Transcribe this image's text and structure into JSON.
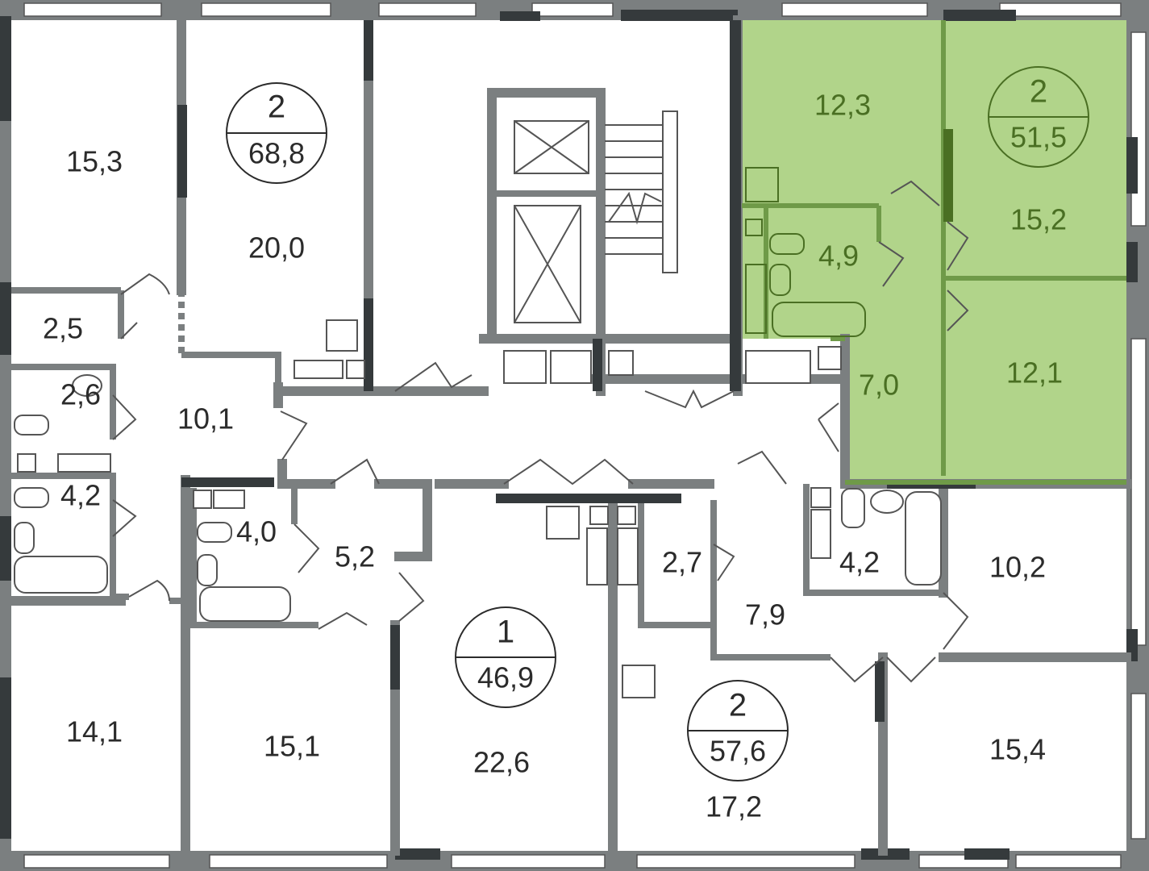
{
  "colors": {
    "selected_fill": "#b1d48a",
    "selected_text": "#4a6f23",
    "wall": "#7b7f80",
    "wall_dark": "#353a3c"
  },
  "apartments": [
    {
      "rooms": "2",
      "area": "68,8",
      "room_areas": [
        "15,3",
        "20,0",
        "2,5",
        "2,6",
        "10,1",
        "4,2",
        "14,1"
      ]
    },
    {
      "rooms": "2",
      "area": "51,5",
      "selected": true,
      "room_areas": [
        "12,3",
        "15,2",
        "4,9",
        "7,0",
        "12,1"
      ]
    },
    {
      "rooms": "1",
      "area": "46,9",
      "room_areas": [
        "4,0",
        "5,2",
        "15,1",
        "22,6"
      ]
    },
    {
      "rooms": "2",
      "area": "57,6",
      "room_areas": [
        "2,7",
        "7,9",
        "4,2",
        "10,2",
        "17,2",
        "15,4"
      ]
    }
  ]
}
